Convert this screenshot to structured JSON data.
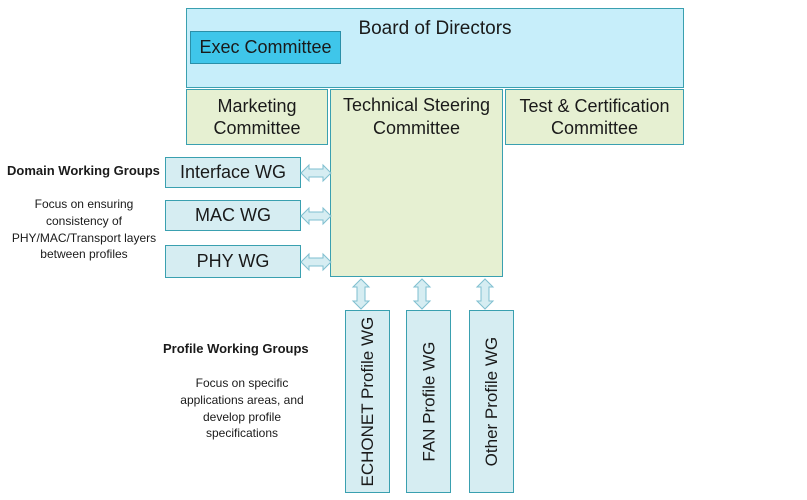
{
  "board": "Board of Directors",
  "exec": "Exec Committee",
  "committees": {
    "marketing": "Marketing Committee",
    "technical": "Technical Steering Committee",
    "test": "Test & Certification Committee"
  },
  "domain_wgs": [
    "Interface WG",
    "MAC WG",
    "PHY WG"
  ],
  "profile_wgs": [
    "ECHONET Profile WG",
    "FAN Profile WG",
    "Other Profile WG"
  ],
  "domain_heading": "Domain Working Groups",
  "domain_desc": "Focus on ensuring consistency of PHY/MAC/Transport layers between profiles",
  "profile_heading": "Profile Working Groups",
  "profile_desc": "Focus on specific applications areas, and develop profile specifications",
  "colors": {
    "board_fill": "#c7eefa",
    "exec_fill": "#3fc6ea",
    "committee_fill": "#e6f0d2",
    "wg_fill": "#d6edf2",
    "border": "#3aa0b0"
  }
}
